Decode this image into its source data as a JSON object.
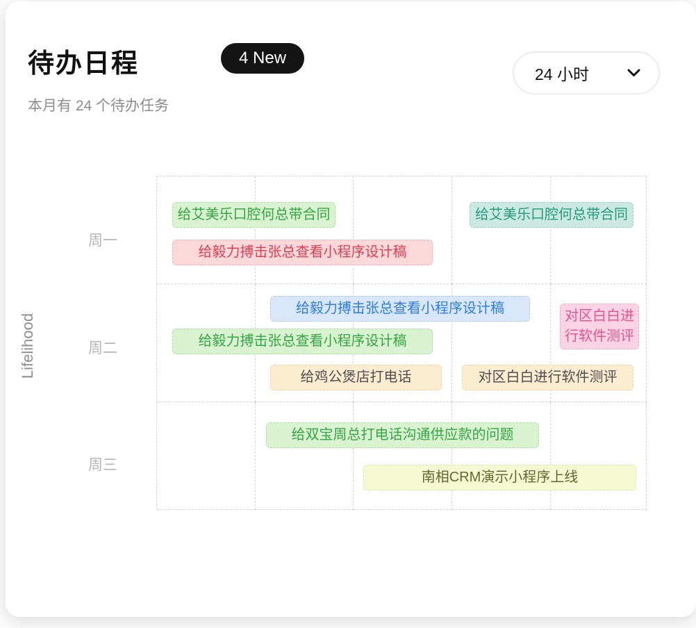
{
  "header": {
    "title": "待办日程",
    "badge": "4 New",
    "subtitle": "本月有 24 个待办任务",
    "range_selector": {
      "value": "24 小时",
      "icon": "chevron-down-icon"
    }
  },
  "axis_label": "Lifelihood",
  "schedule": {
    "rows": [
      {
        "label": "周一"
      },
      {
        "label": "周二"
      },
      {
        "label": "周三"
      }
    ],
    "tasks": [
      {
        "label": "给艾美乐口腔何总带合同",
        "color": "green",
        "day": "周一"
      },
      {
        "label": "给艾美乐口腔何总带合同",
        "color": "teal",
        "day": "周一"
      },
      {
        "label": "给毅力搏击张总查看小程序设计稿",
        "color": "red",
        "day": "周一"
      },
      {
        "label": "给毅力搏击张总查看小程序设计稿",
        "color": "blue",
        "day": "周二"
      },
      {
        "label": "对区白白进行软件测评",
        "color": "pink",
        "day": "周二"
      },
      {
        "label": "给毅力搏击张总查看小程序设计稿",
        "color": "green",
        "day": "周二"
      },
      {
        "label": "给鸡公煲店打电话",
        "color": "orange",
        "day": "周二"
      },
      {
        "label": "对区白白进行软件测评",
        "color": "orange",
        "day": "周二"
      },
      {
        "label": "给双宝周总打电话沟通供应款的问题",
        "color": "green",
        "day": "周三"
      },
      {
        "label": "南相CRM演示小程序上线",
        "color": "yellow",
        "day": "周三"
      }
    ]
  },
  "colors": {
    "badge_bg": "#141414",
    "green_bg": "#d9f2cf",
    "green_text": "#35a546",
    "teal_bg": "#cbe9e0",
    "teal_text": "#249b7f",
    "red_bg": "#fbd9db",
    "red_text": "#e03e52",
    "blue_bg": "#d8e8fa",
    "blue_text": "#2e7cea",
    "pink_bg": "#fad4e5",
    "pink_text": "#e8538e",
    "orange_bg": "#fcecd0",
    "orange_text": "#4f4f4f",
    "yellow_bg": "#f4f9d3",
    "yellow_text": "#63682f",
    "grid_line": "#d4d4d4"
  }
}
